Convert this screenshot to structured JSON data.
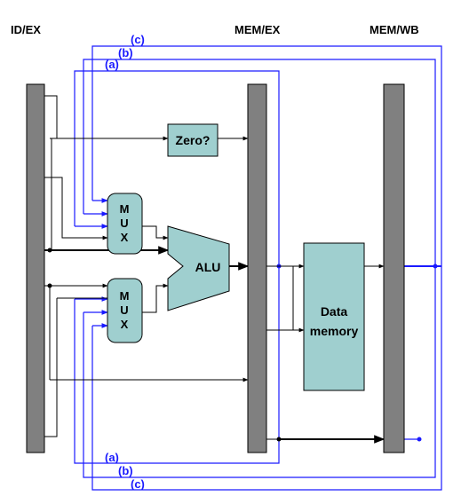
{
  "headers": {
    "id_ex": "ID/EX",
    "mem_ex": "MEM/EX",
    "mem_wb": "MEM/WB"
  },
  "units": {
    "zero": "Zero?",
    "alu": "ALU",
    "mux_top": [
      "M",
      "U",
      "X"
    ],
    "mux_bottom": [
      "M",
      "U",
      "X"
    ],
    "data_memory": [
      "Data",
      "memory"
    ]
  },
  "forward_labels": {
    "top": [
      "(c)",
      "(b)",
      "(a)"
    ],
    "bottom": [
      "(a)",
      "(b)",
      "(c)"
    ]
  },
  "colors": {
    "register": "#808080",
    "unit_fill": "#9fcfcf",
    "forward_path": "#1a1aff",
    "wire": "#000000"
  }
}
